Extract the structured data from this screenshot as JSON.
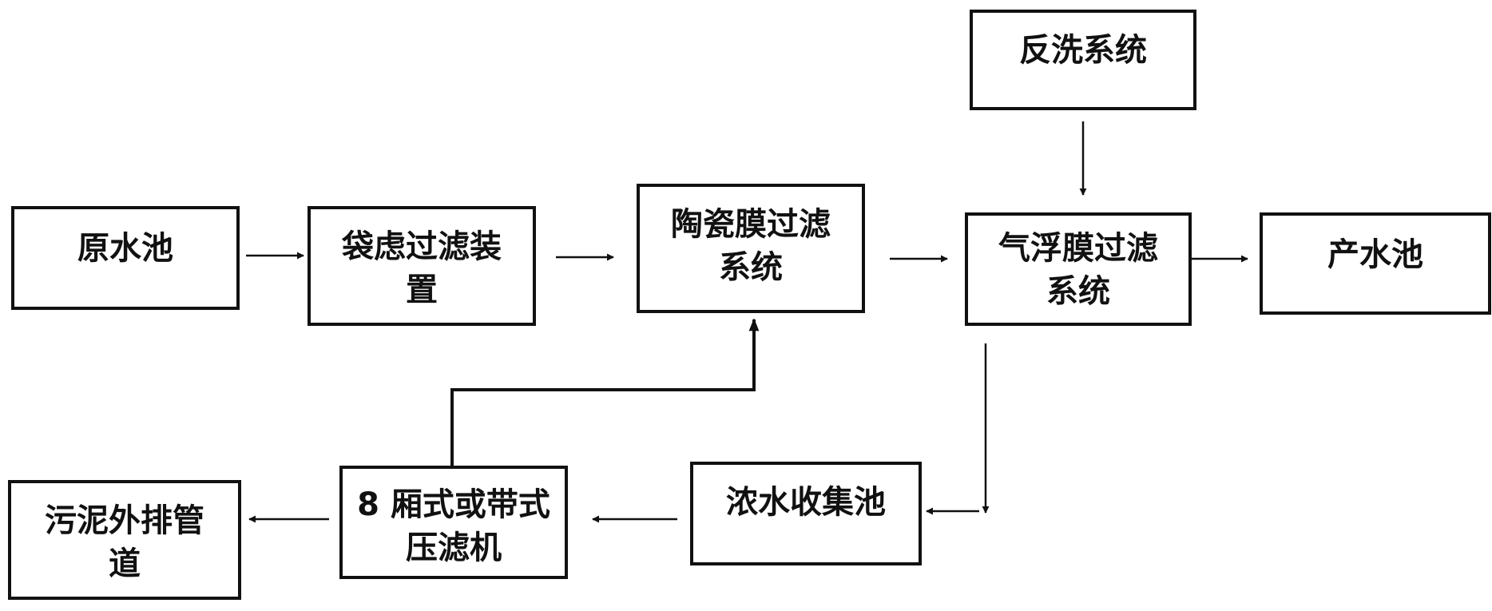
{
  "nodes": {
    "raw_water_tank": "原水池",
    "bag_filter": "袋虑过滤装\n置",
    "ceramic_membrane": "陶瓷膜过滤\n系统",
    "backwash_system": "反洗系统",
    "air_flotation_membrane": "气浮膜过滤\n系统",
    "product_water_tank": "产水池",
    "concentrate_tank": "浓水收集池",
    "filter_press": "8 厢式或带式\n压滤机",
    "sludge_discharge": "污泥外排管\n道"
  }
}
